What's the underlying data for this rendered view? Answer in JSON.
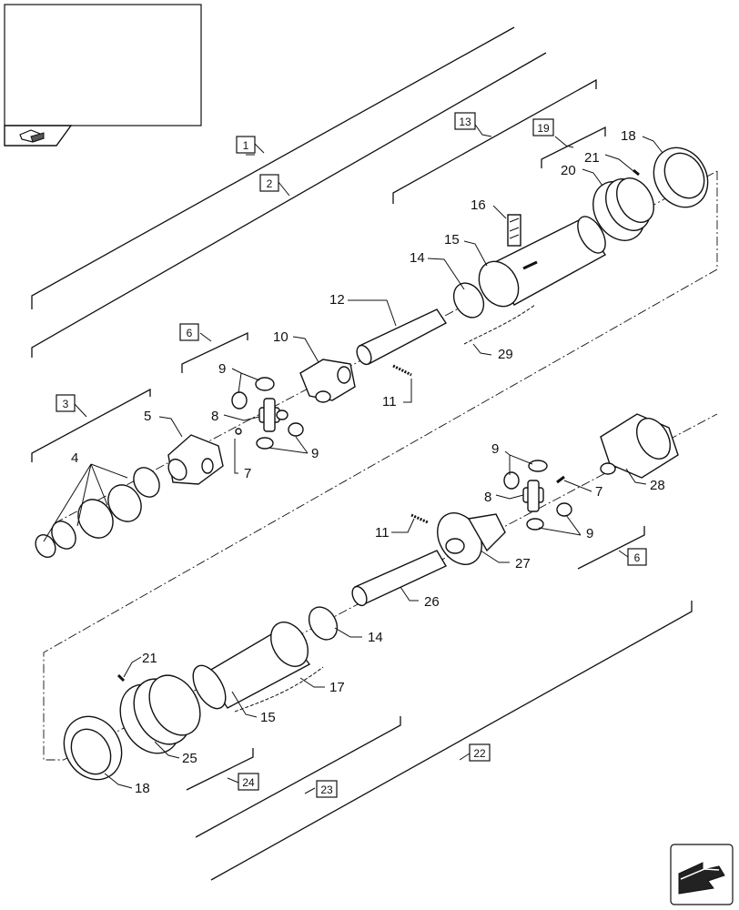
{
  "labels": {
    "l1": "1",
    "l2": "2",
    "l3": "3",
    "l4": "4",
    "l5": "5",
    "l6a": "6",
    "l6b": "6",
    "l7a": "7",
    "l7b": "7",
    "l8a": "8",
    "l8b": "8",
    "l9a": "9",
    "l9b": "9",
    "l9c": "9",
    "l9d": "9",
    "l10": "10",
    "l11a": "11",
    "l11b": "11",
    "l12": "12",
    "l13": "13",
    "l14a": "14",
    "l14b": "14",
    "l15a": "15",
    "l15b": "15",
    "l16": "16",
    "l17": "17",
    "l18a": "18",
    "l18b": "18",
    "l19": "19",
    "l20": "20",
    "l21a": "21",
    "l21b": "21",
    "l22": "22",
    "l23": "23",
    "l24": "24",
    "l25": "25",
    "l26": "26",
    "l27": "27",
    "l28": "28",
    "l29": "29"
  }
}
